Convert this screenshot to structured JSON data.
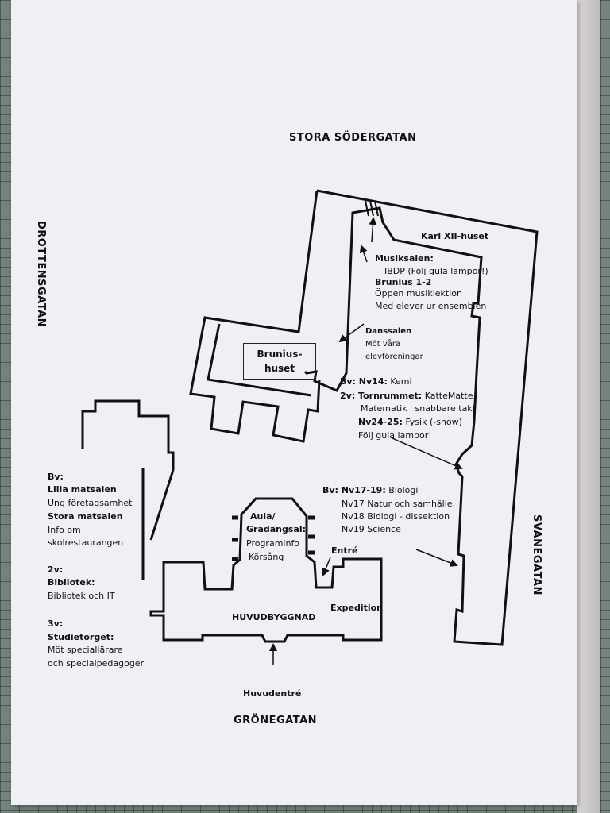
{
  "streets": {
    "north": "STORA SÖDERGATAN",
    "west": "DROTTENSGATAN",
    "east": "SVANEGATAN",
    "south": "GRÖNEGATAN"
  },
  "buildings": {
    "karl": "Karl XII-huset",
    "brunius_line1": "Brunius-",
    "brunius_line2": "huset",
    "huvud": "HUVUDBYGGNAD",
    "aula_line1": "Aula/",
    "aula_line2": "Gradängsal:",
    "aula_line3": "Programinfo",
    "aula_line4": "Körsång",
    "entre": "Entré",
    "expedition": "Expedition",
    "huvudentre": "Huvudentré"
  },
  "notes": {
    "musik_title": "Musiksalen:",
    "musik_line1": "IBDP (Följ gula lampor!)",
    "brunius12_title": "Brunius 1-2",
    "brunius12_line1": "Öppen musiklektion",
    "brunius12_line2": "Med elever ur ensemblen",
    "dans_title": "Danssalen",
    "dans_line1": "Möt våra",
    "dans_line2": "elevföreningar",
    "bv_nv14_label": "Bv: Nv14:",
    "bv_nv14_text": " Kemi",
    "torn_label": "2v: Tornrummet:",
    "torn_text": " KatteMatte,",
    "torn_line2": "Matematik i snabbare takt",
    "nv2425_label": "Nv24-25:",
    "nv2425_text": " Fysik (-show)",
    "nv2425_line2": "Följ gula lampor!",
    "bio_label": "Bv: Nv17-19:",
    "bio_text": " Biologi",
    "bio_line1": "Nv17 Natur och samhälle,",
    "bio_line2": "Nv18 Biologi - dissektion",
    "bio_line3": "Nv19 Science"
  },
  "left_panel": {
    "bv": "Bv:",
    "lilla": "Lilla matsalen",
    "lilla_text": "Ung företagsamhet",
    "stora": "Stora matsalen",
    "stora_line1": "Info om",
    "stora_line2": "skolrestaurangen",
    "v2": "2v:",
    "bibliotek": "Bibliotek:",
    "bibliotek_text": "Bibliotek och IT",
    "v3": "3v:",
    "studie": "Studietorget:",
    "studie_line1": "Möt speciallärare",
    "studie_line2": "och specialpedagoger"
  }
}
